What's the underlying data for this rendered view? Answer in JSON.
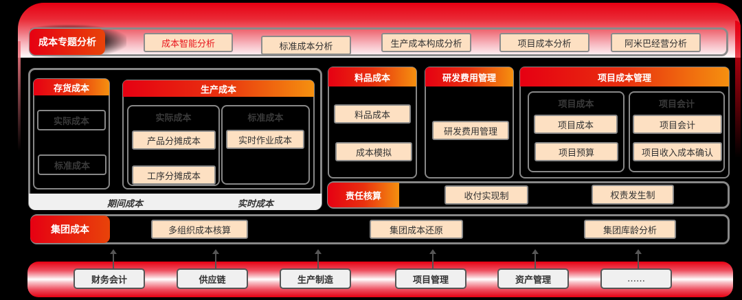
{
  "topic_bar": {
    "head": "成本专题分析",
    "items": [
      {
        "label": "成本智能分析",
        "active": true
      },
      {
        "label": "标准成本分析"
      },
      {
        "label": "生产成本构成分析"
      },
      {
        "label": "项目成本分析"
      },
      {
        "label": "阿米巴经营分析"
      }
    ]
  },
  "inventory_cost": {
    "title": "存货成本",
    "items": [
      "实际成本",
      "标准成本"
    ]
  },
  "production_cost": {
    "title": "生产成本",
    "actual": {
      "title": "实际成本",
      "items": [
        "产品分摊成本",
        "工序分摊成本"
      ]
    },
    "standard": {
      "title": "标准成本",
      "items": [
        "实时作业成本"
      ]
    }
  },
  "period_footer": {
    "left": "期间成本",
    "right": "实时成本"
  },
  "material_cost": {
    "title": "料品成本",
    "items": [
      "料品成本",
      "成本模拟"
    ]
  },
  "rd_cost": {
    "title": "研发费用管理",
    "items": [
      "研发费用管理"
    ]
  },
  "project_cost_mgmt": {
    "title": "项目成本管理",
    "project_cost": {
      "title": "项目成本",
      "items": [
        "项目成本",
        "项目预算"
      ]
    },
    "project_accounting": {
      "title": "项目会计",
      "items": [
        "项目会计",
        "项目收入成本确认"
      ]
    }
  },
  "responsibility": {
    "title": "责任核算",
    "items": [
      "收付实现制",
      "权责发生制"
    ]
  },
  "group_cost": {
    "title": "集团成本",
    "items": [
      "多组织成本核算",
      "集团成本还原",
      "集团库龄分析"
    ]
  },
  "sources": {
    "items": [
      "财务会计",
      "供应链",
      "生产制造",
      "项目管理",
      "资产管理",
      "……"
    ]
  },
  "colors": {
    "brand_red": "#e60012",
    "orange": "#f5900f",
    "peach": "#fde0c2",
    "frame_grey": "#888888"
  }
}
